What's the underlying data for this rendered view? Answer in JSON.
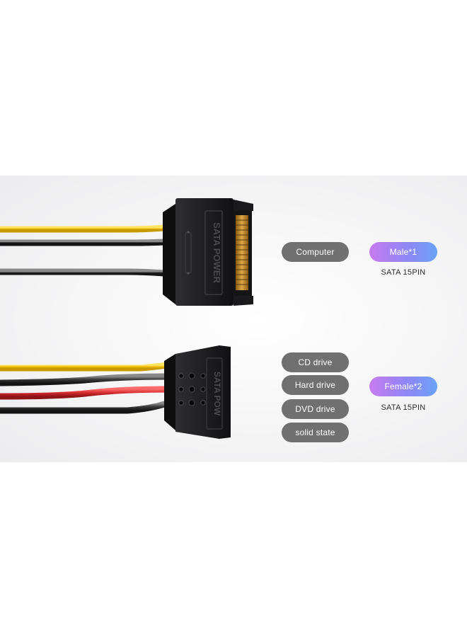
{
  "male": {
    "target_label": "Computer",
    "badge": "Male*1",
    "spec": "SATA 15PIN",
    "connector_engraving": "SATA POWER"
  },
  "female": {
    "targets": [
      "CD drive",
      "Hard drive",
      "DVD drive",
      "solid state"
    ],
    "badge": "Female*2",
    "spec": "SATA 15PIN",
    "connector_engraving": "SATA POW"
  },
  "colors": {
    "wire_yellow": "#f2c20f",
    "wire_red": "#d42a2f",
    "wire_black": "#2a2a2a",
    "connector": "#1c1c1e",
    "pill_gray": "#707070",
    "badge_gradient": [
      "#c77cf0",
      "#6aa3f5"
    ]
  }
}
